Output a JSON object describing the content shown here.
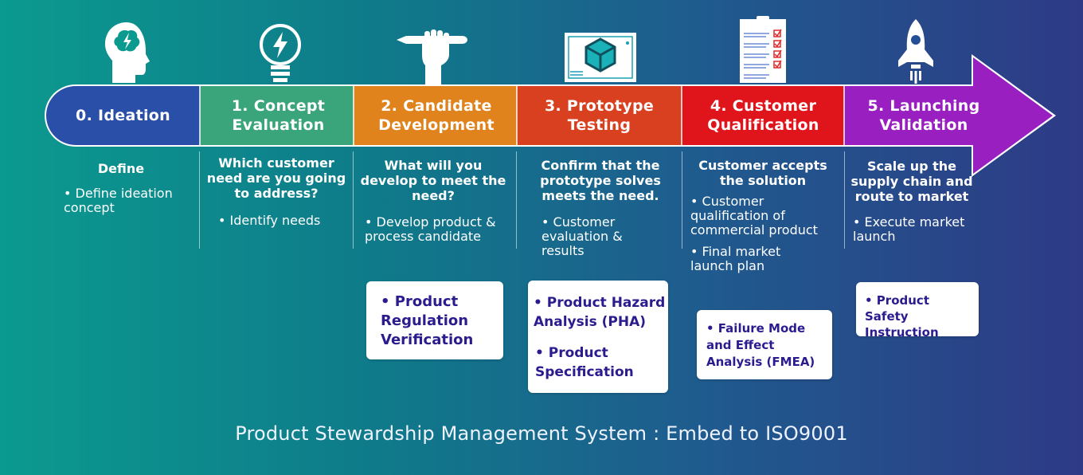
{
  "stages": [
    {
      "label": "0. Ideation"
    },
    {
      "label": "1. Concept Evaluation"
    },
    {
      "label": "2. Candidate Development"
    },
    {
      "label": "3. Prototype Testing"
    },
    {
      "label": "4. Customer Qualification"
    },
    {
      "label": "5. Launching Validation"
    }
  ],
  "columns": [
    {
      "title": "Define",
      "bullets": [
        "• Define ideation concept"
      ]
    },
    {
      "title": "Which customer need are you going to address?",
      "bullets": [
        "• Identify needs"
      ]
    },
    {
      "title": "What will you develop to meet the need?",
      "bullets": [
        "• Develop product & process candidate"
      ]
    },
    {
      "title": "Confirm that the prototype solves meets the need.",
      "bullets": [
        "• Customer evaluation & results"
      ]
    },
    {
      "title": "Customer accepts the solution",
      "bullets": [
        "• Customer qualification of commercial product",
        "• Final market launch plan"
      ]
    },
    {
      "title": "Scale up the supply chain and route to market",
      "bullets": [
        "• Execute market launch"
      ]
    }
  ],
  "cards": {
    "regulation": [
      "• Product Regulation Verification"
    ],
    "prototype": [
      "• Product Hazard Analysis (PHA)",
      "• Product Specification"
    ],
    "fmea": [
      "• Failure Mode and Effect Analysis (FMEA)"
    ],
    "safety": [
      "• Product Safety Instruction"
    ]
  },
  "footer": "Product Stewardship Management System : Embed to ISO9001",
  "colors": {
    "ideation": "#2a4fa8",
    "concept": "#3aa47a",
    "candidate": "#e0831c",
    "prototype": "#d8401f",
    "customer": "#e0141b",
    "launch": "#9a1fc0",
    "card_text": "#2a1c8f"
  },
  "icons": [
    "brain-head-icon",
    "lightbulb-icon",
    "hand-pen-icon",
    "cube-monitor-icon",
    "checklist-icon",
    "rocket-icon"
  ]
}
